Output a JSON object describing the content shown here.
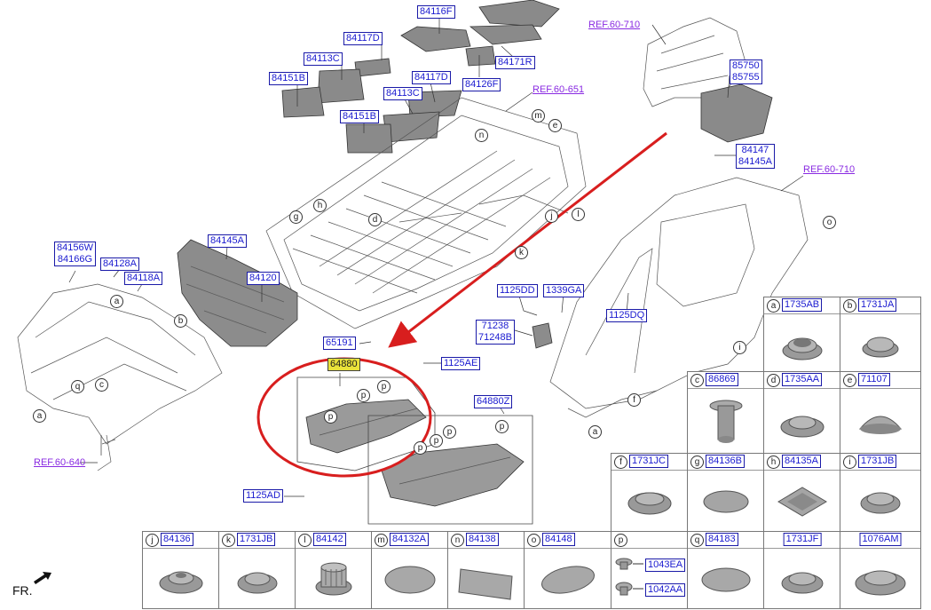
{
  "callouts": {
    "p84116F": "84116F",
    "p84117D_a": "84117D",
    "p84113C_a": "84113C",
    "p84151B_a": "84151B",
    "p84117D_b": "84117D",
    "p84113C_b": "84113C",
    "p84126F": "84126F",
    "p84171R": "84171R",
    "p84151B_b": "84151B",
    "p85750": "85750\n85755",
    "p84147": "84147\n84145A",
    "p84156W": "84156W\n84166G",
    "p84128A": "84128A",
    "p84118A": "84118A",
    "p84145A": "84145A",
    "p84120": "84120",
    "p1125DD": "1125DD",
    "p1339GA": "1339GA",
    "p1125DQ": "1125DQ",
    "p71238": "71238\n71248B",
    "p65191": "65191",
    "p64880": "64880",
    "p1125AE": "1125AE",
    "p64880Z": "64880Z",
    "p1125AD": "1125AD"
  },
  "references": {
    "ref_710_top": "REF.60-710",
    "ref_651": "REF.60-651",
    "ref_710_right": "REF.60-710",
    "ref_640": "REF.60-640"
  },
  "diagram_letters": {
    "m": "m",
    "e": "e",
    "n": "n",
    "g": "g",
    "h": "h",
    "d": "d",
    "j": "j",
    "l": "l",
    "k": "k",
    "o": "o",
    "a_left": "a",
    "b_left": "b",
    "q": "q",
    "c": "c",
    "a_bottom": "a",
    "i": "i",
    "f": "f",
    "a_side": "a",
    "p1": "p",
    "p2": "p",
    "p3": "p",
    "p4": "p",
    "p5": "p",
    "p6": "p",
    "p7": "p"
  },
  "legend": {
    "a": {
      "letter": "a",
      "part": "1735AB",
      "icon": "grommet-tall"
    },
    "b": {
      "letter": "b",
      "part": "1731JA",
      "icon": "grommet-dome"
    },
    "c": {
      "letter": "c",
      "part": "86869",
      "icon": "push-clip"
    },
    "d": {
      "letter": "d",
      "part": "1735AA",
      "icon": "grommet-flat"
    },
    "e": {
      "letter": "e",
      "part": "71107",
      "icon": "plug-dome"
    },
    "f": {
      "letter": "f",
      "part": "1731JC",
      "icon": "grommet-flat"
    },
    "g": {
      "letter": "g",
      "part": "84136B",
      "icon": "plug-oval"
    },
    "h": {
      "letter": "h",
      "part": "84135A",
      "icon": "plug-square"
    },
    "i": {
      "letter": "i",
      "part": "1731JB",
      "icon": "grommet-flat"
    },
    "j": {
      "letter": "j",
      "part": "84136",
      "icon": "grommet-stepped"
    },
    "k": {
      "letter": "k",
      "part": "1731JB",
      "icon": "grommet-flat"
    },
    "l": {
      "letter": "l",
      "part": "84142",
      "icon": "cap-ribbed"
    },
    "m": {
      "letter": "m",
      "part": "84132A",
      "icon": "plug-large"
    },
    "n": {
      "letter": "n",
      "part": "84138",
      "icon": "tape-patch"
    },
    "o": {
      "letter": "o",
      "part": "84148",
      "icon": "plug-oval-large"
    },
    "p": {
      "letter": "p",
      "part_a": "1043EA",
      "part_b": "1042AA",
      "icon": "fastener-pair"
    },
    "q": {
      "letter": "q",
      "part": "84183",
      "icon": "disc-flat"
    },
    "r": {
      "part": "1731JF",
      "icon": "grommet-flat"
    },
    "s": {
      "part": "1076AM",
      "icon": "grommet-large"
    }
  },
  "front_label": "FR.",
  "colors": {
    "callout_text": "#1a1ad0",
    "callout_border": "#1a1aa8",
    "reference": "#8a2be2",
    "highlight": "#e9e23a",
    "arrow": "#d81e1e"
  }
}
